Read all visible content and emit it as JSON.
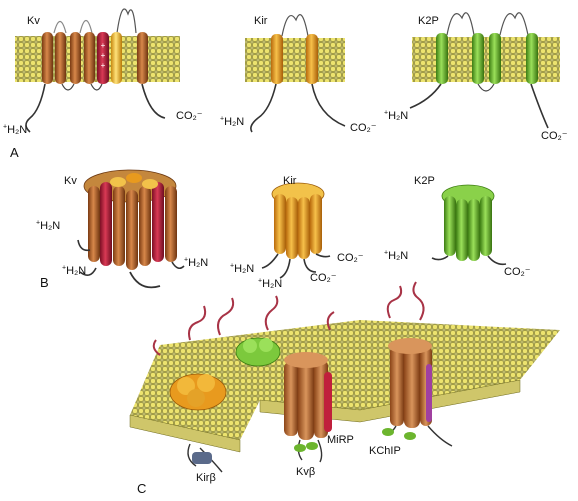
{
  "panels": {
    "A": "A",
    "B": "B",
    "C": "C"
  },
  "row_a": {
    "kv": {
      "name": "Kv",
      "n_term": "H₂N",
      "c_term": "CO₂⁻"
    },
    "kir": {
      "name": "Kir",
      "n_term": "H₂N",
      "c_term": "CO₂⁻"
    },
    "k2p": {
      "name": "K2P",
      "n_term": "H₂N",
      "c_term": "CO₂⁻"
    }
  },
  "row_b": {
    "kv": {
      "name": "Kv",
      "n_term_1": "H₂N",
      "n_term_2": "H₂N",
      "n_term_3": "H₂N"
    },
    "kir": {
      "name": "Kir",
      "n_term_1": "H₂N",
      "n_term_2": "H₂N",
      "c_term_1": "CO₂⁻",
      "c_term_2": "CO₂⁻"
    },
    "k2p": {
      "name": "K2P",
      "n_term": "H₂N",
      "c_term": "CO₂⁻"
    }
  },
  "row_c": {
    "kir_beta": "Kirβ",
    "kv_beta": "Kvβ",
    "mirp": "MiRP",
    "kchip": "KChIP"
  },
  "colors": {
    "kv_brown": "#b8652a",
    "kv_red": "#c0203c",
    "kir_orange": "#e89a1e",
    "k2p_green": "#6cb52e",
    "lipid_head": "#e9e07a",
    "lipid_outline": "#6e6a1e",
    "tail": "#444444",
    "loop_red": "#a83346"
  }
}
